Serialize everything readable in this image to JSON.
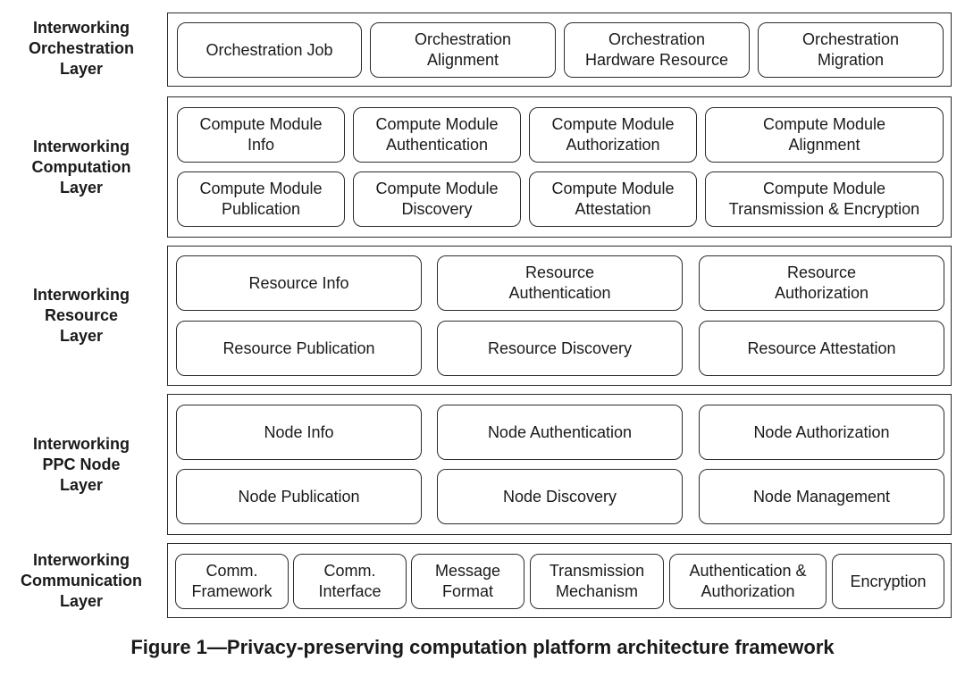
{
  "layers": {
    "orchestration": {
      "label": [
        "Interworking",
        "Orchestration",
        "Layer"
      ],
      "boxes": [
        [
          "Orchestration Job"
        ],
        [
          "Orchestration",
          "Alignment"
        ],
        [
          "Orchestration",
          "Hardware Resource"
        ],
        [
          "Orchestration",
          "Migration"
        ]
      ]
    },
    "computation": {
      "label": [
        "Interworking",
        "Computation",
        "Layer"
      ],
      "boxes": [
        [
          "Compute Module",
          "Info"
        ],
        [
          "Compute Module",
          "Authentication"
        ],
        [
          "Compute Module",
          "Authorization"
        ],
        [
          "Compute Module",
          "Alignment"
        ],
        [
          "Compute Module",
          "Publication"
        ],
        [
          "Compute Module",
          "Discovery"
        ],
        [
          "Compute Module",
          "Attestation"
        ],
        [
          "Compute Module",
          "Transmission & Encryption"
        ]
      ]
    },
    "resource": {
      "label": [
        "Interworking",
        "Resource",
        "Layer"
      ],
      "boxes": [
        [
          "Resource Info"
        ],
        [
          "Resource",
          "Authentication"
        ],
        [
          "Resource",
          "Authorization"
        ],
        [
          "Resource Publication"
        ],
        [
          "Resource Discovery"
        ],
        [
          "Resource Attestation"
        ]
      ]
    },
    "node": {
      "label": [
        "Interworking",
        "PPC Node",
        "Layer"
      ],
      "boxes": [
        [
          "Node Info"
        ],
        [
          "Node Authentication"
        ],
        [
          "Node Authorization"
        ],
        [
          "Node Publication"
        ],
        [
          "Node Discovery"
        ],
        [
          "Node Management"
        ]
      ]
    },
    "communication": {
      "label": [
        "Interworking",
        "Communication",
        "Layer"
      ],
      "boxes": [
        [
          "Comm.",
          "Framework"
        ],
        [
          "Comm.",
          "Interface"
        ],
        [
          "Message",
          "Format"
        ],
        [
          "Transmission",
          "Mechanism"
        ],
        [
          "Authentication &",
          "Authorization"
        ],
        [
          "Encryption"
        ]
      ]
    }
  },
  "caption": "Figure 1—Privacy-preserving computation platform architecture framework"
}
